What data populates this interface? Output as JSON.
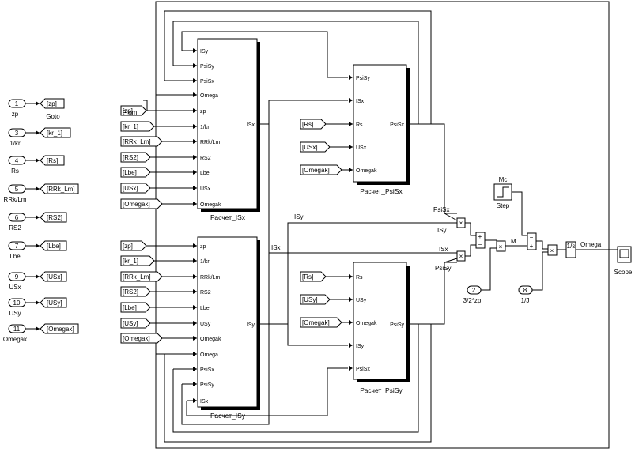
{
  "inports": [
    {
      "num": "1",
      "name": "zp",
      "goto": "[zp]"
    },
    {
      "num": "3",
      "name": "1/kr",
      "goto": "[kr_1]"
    },
    {
      "num": "4",
      "name": "Rs",
      "goto": "[Rs]"
    },
    {
      "num": "5",
      "name": "RRk/Lm",
      "goto": "[RRk_Lm]"
    },
    {
      "num": "6",
      "name": "RS2",
      "goto": "[RS2]"
    },
    {
      "num": "7",
      "name": "Lbe",
      "goto": "[Lbe]"
    },
    {
      "num": "9",
      "name": "USx",
      "goto": "[USx]"
    },
    {
      "num": "10",
      "name": "USy",
      "goto": "[USy]"
    },
    {
      "num": "11",
      "name": "Omegak",
      "goto": "[Omegak]"
    }
  ],
  "goto_caption": "Goto",
  "from_caption": "From",
  "isx_block": {
    "title": "Расчет_ISx",
    "inputs": [
      "ISy",
      "PsiSy",
      "PsiSx",
      "Omega",
      "zp",
      "1/kr",
      "RRk/Lm",
      "RS2",
      "Lbe",
      "USx",
      "Omegak"
    ],
    "output": "ISx",
    "from_tags": [
      "[zp]",
      "[kr_1]",
      "[RRk_Lm]",
      "[RS2]",
      "[Lbe]",
      "[USx]",
      "[Omegak]"
    ]
  },
  "isy_block": {
    "title": "Расчет_ISy",
    "inputs": [
      "zp",
      "1/kr",
      "RRk/Lm",
      "RS2",
      "Lbe",
      "USy",
      "Omegak",
      "Omega",
      "PsiSx",
      "PsiSy",
      "ISx"
    ],
    "output": "ISy",
    "from_tags": [
      "[zp]",
      "[kr_1]",
      "[RRk_Lm]",
      "[RS2]",
      "[Lbe]",
      "[USy]",
      "[Omegak]"
    ]
  },
  "psisx_block": {
    "title": "Расчет_PsiSx",
    "inputs": [
      "PsiSy",
      "ISx",
      "Rs",
      "USx",
      "Omegak"
    ],
    "output": "PsiSx",
    "from_tags": [
      "[Rs]",
      "[USx]",
      "[Omegak]"
    ]
  },
  "psisy_block": {
    "title": "Расчет_PsiSy",
    "inputs": [
      "Rs",
      "USy",
      "Omegak",
      "ISy",
      "PsiSx"
    ],
    "output": "PsiSy",
    "from_tags": [
      "[Rs]",
      "[USy]",
      "[Omegak]"
    ]
  },
  "torque": {
    "signal_labels": [
      "PsiSx",
      "ISy",
      "ISx",
      "PsiSy"
    ],
    "wire_labels": [
      "ISy",
      "ISx",
      "M",
      "Omega"
    ],
    "gain1": {
      "value": "2",
      "label": "3/2*zp"
    },
    "gain2": {
      "value": "8",
      "label": "1/J"
    },
    "step": {
      "label": "Step",
      "top_label": "Mc"
    },
    "integrator": "1/s",
    "scope": "Scope",
    "times_sign": "×",
    "plus_sign": "+",
    "minus_sign": "−"
  }
}
